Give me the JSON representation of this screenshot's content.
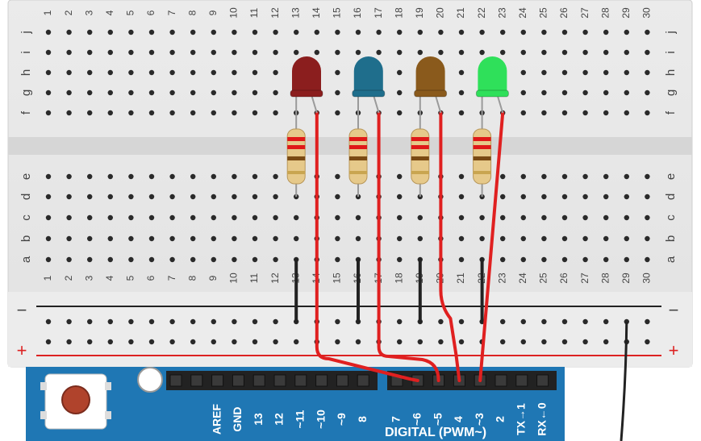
{
  "breadboard": {
    "columns": [
      "1",
      "2",
      "3",
      "4",
      "5",
      "6",
      "7",
      "8",
      "9",
      "10",
      "11",
      "12",
      "13",
      "14",
      "15",
      "16",
      "17",
      "18",
      "19",
      "20",
      "21",
      "22",
      "23",
      "24",
      "25",
      "26",
      "27",
      "28",
      "29",
      "30"
    ],
    "top_rows": [
      "j",
      "i",
      "h",
      "g",
      "f"
    ],
    "bottom_rows": [
      "e",
      "d",
      "c",
      "b",
      "a"
    ],
    "rail_minus": "−",
    "rail_plus": "+"
  },
  "components": {
    "leds": [
      {
        "name": "red-led",
        "color": "#8b1e1e",
        "col": 14
      },
      {
        "name": "blue-led",
        "color": "#1f6e8c",
        "col": 17
      },
      {
        "name": "amber-led",
        "color": "#8a5a1c",
        "col": 20
      },
      {
        "name": "green-led",
        "color": "#2fe05a",
        "col": 23
      }
    ],
    "resistor_cols": [
      13,
      16,
      19,
      22
    ],
    "wire_color": "#e02020",
    "ground_wire_color": "#222222"
  },
  "arduino": {
    "pin_labels": [
      "AREF",
      "GND",
      "13",
      "12",
      "~11",
      "~10",
      "~9",
      "8",
      "7",
      "~6",
      "~5",
      "4",
      "~3",
      "2",
      "TX→1",
      "RX←0"
    ],
    "digital_label": "DIGITAL (PWM~)",
    "board_color": "#1f77b4"
  }
}
